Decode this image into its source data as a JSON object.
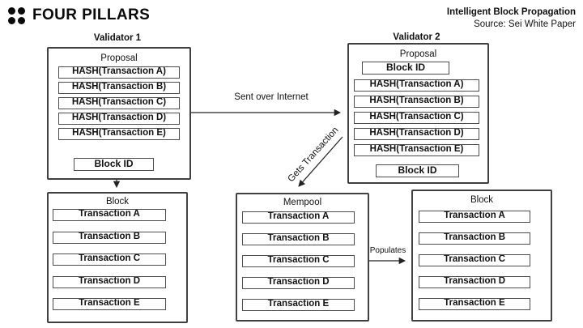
{
  "header": {
    "logo_text": "FOUR PILLARS",
    "title": "Intelligent Block Propagation",
    "source": "Source: Sei White Paper"
  },
  "validator1": {
    "title": "Validator 1",
    "section_label": "Proposal",
    "hashes": [
      "HASH(Transaction A)",
      "HASH(Transaction B)",
      "HASH(Transaction C)",
      "HASH(Transaction D)",
      "HASH(Transaction E)"
    ],
    "block_id": "Block ID"
  },
  "validator2": {
    "title": "Validator 2",
    "section_label": "Proposal",
    "block_id_top": "Block ID",
    "hashes": [
      "HASH(Transaction A)",
      "HASH(Transaction B)",
      "HASH(Transaction C)",
      "HASH(Transaction D)",
      "HASH(Transaction E)"
    ],
    "block_id_bottom": "Block ID"
  },
  "block_left": {
    "label": "Block",
    "transactions": [
      "Transaction A",
      "Transaction B",
      "Transaction C",
      "Transaction D",
      "Transaction E"
    ]
  },
  "mempool": {
    "label": "Mempool",
    "transactions": [
      "Transaction A",
      "Transaction B",
      "Transaction C",
      "Transaction D",
      "Transaction E"
    ]
  },
  "block_right": {
    "label": "Block",
    "transactions": [
      "Transaction A",
      "Transaction B",
      "Transaction C",
      "Transaction D",
      "Transaction E"
    ]
  },
  "arrows": {
    "sent_over_internet": "Sent over Internet",
    "gets_transaction": "Gets Transaction",
    "populates": "Populates"
  },
  "colors": {
    "text": "#111111",
    "box_border": "#404040",
    "inner_border": "#4d4d4d",
    "arrow": "#222222",
    "background": "#ffffff"
  }
}
